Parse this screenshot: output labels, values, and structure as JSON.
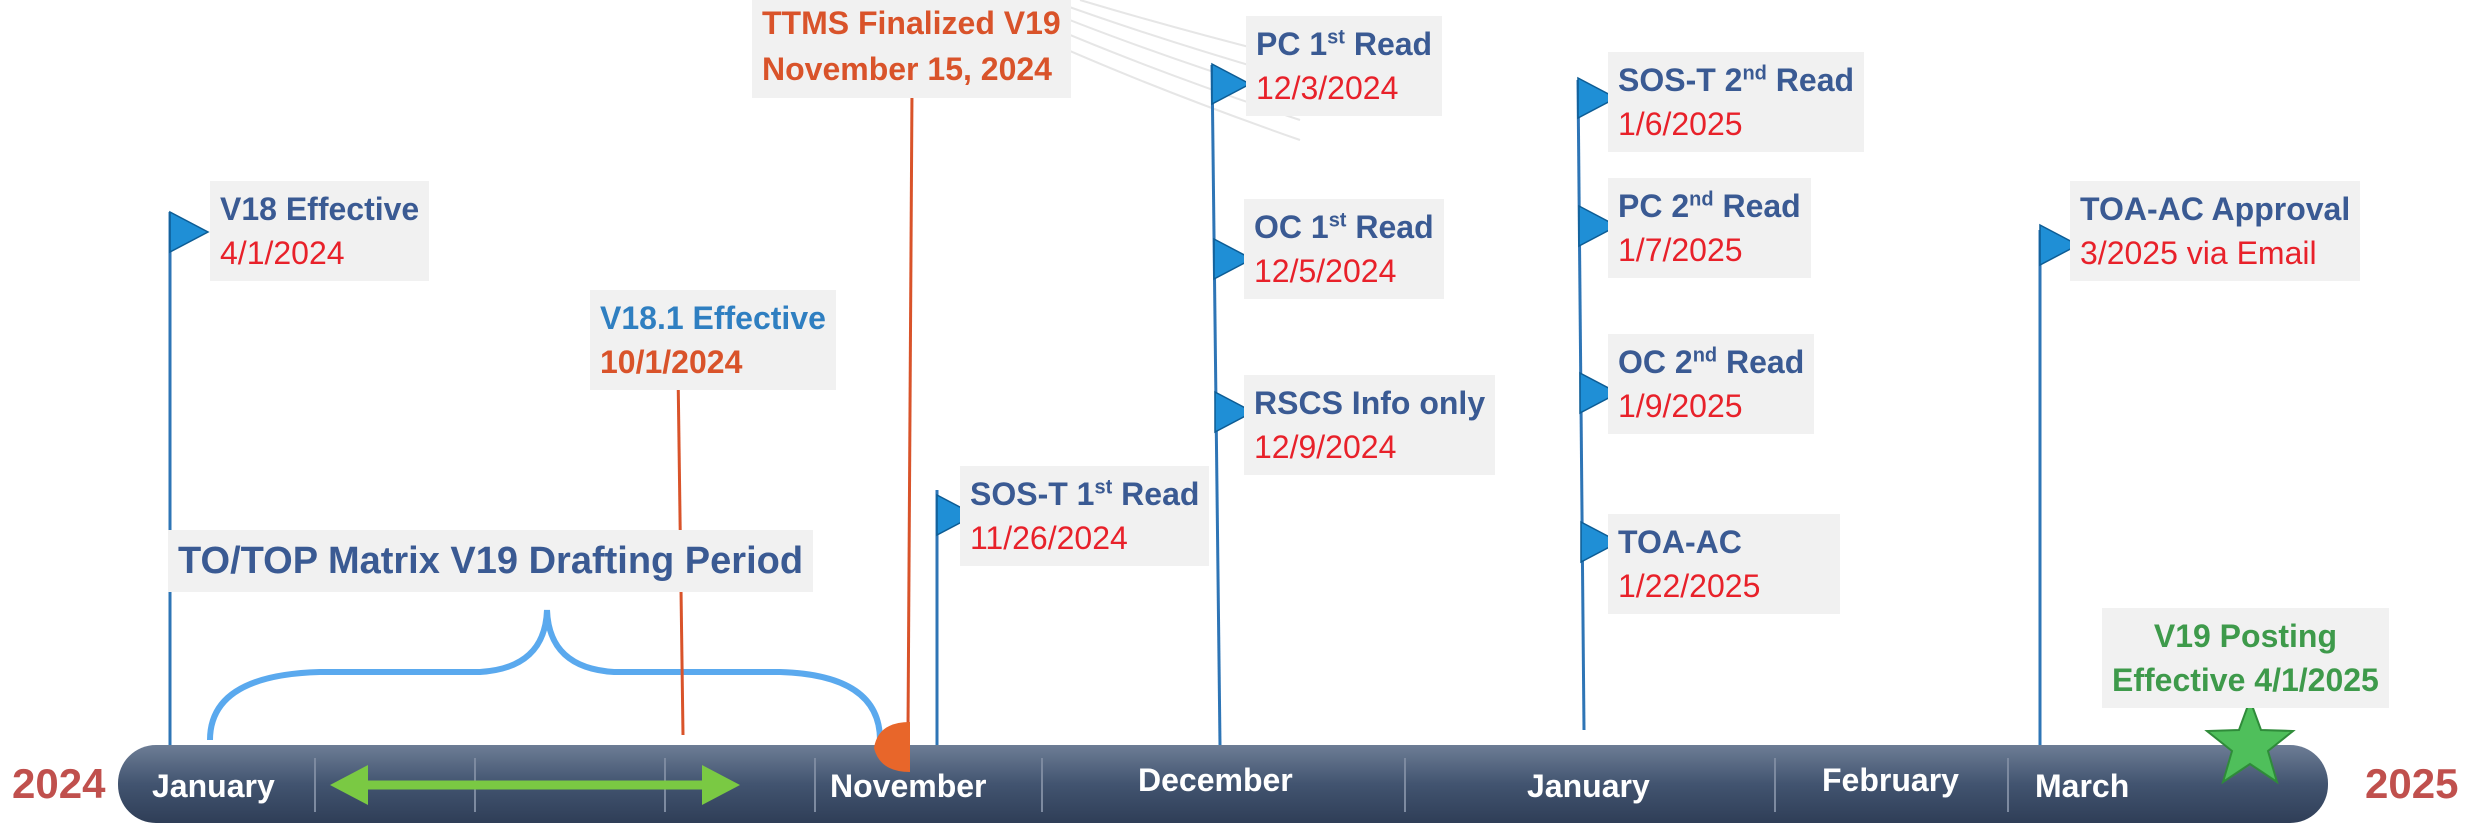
{
  "years": {
    "start": "2024",
    "end": "2025"
  },
  "timeline_months": [
    "January",
    "November",
    "December",
    "January",
    "February",
    "March"
  ],
  "drafting_period_label": "TO/TOP Matrix V19 Drafting Period",
  "milestones": [
    {
      "id": "v18",
      "title": "V18  Effective",
      "date": "4/1/2024"
    },
    {
      "id": "v181",
      "title": "V18.1 Effective",
      "date": "10/1/2024"
    },
    {
      "id": "ttms",
      "title": "TTMS Finalized V19",
      "date": "November 15, 2024"
    },
    {
      "id": "sost1",
      "title_main": "SOS-T 1",
      "title_sup": "st",
      "title_end": " Read",
      "date": "11/26/2024"
    },
    {
      "id": "pc1",
      "title_main": "PC 1",
      "title_sup": "st",
      "title_end": " Read",
      "date": "12/3/2024"
    },
    {
      "id": "oc1",
      "title_main": "OC 1",
      "title_sup": "st",
      "title_end": " Read",
      "date": "12/5/2024"
    },
    {
      "id": "rscs",
      "title": "RSCS Info only",
      "date": "12/9/2024"
    },
    {
      "id": "sost2",
      "title_main": "SOS-T 2",
      "title_sup": "nd",
      "title_end": " Read",
      "date": "1/6/2025"
    },
    {
      "id": "pc2",
      "title_main": "PC 2",
      "title_sup": "nd",
      "title_end": " Read",
      "date": "1/7/2025"
    },
    {
      "id": "oc2",
      "title_main": "OC 2",
      "title_sup": "nd",
      "title_end": " Read",
      "date": "1/9/2025"
    },
    {
      "id": "toaac",
      "title": "TOA-AC",
      "date": "1/22/2025"
    },
    {
      "id": "toaapproval",
      "title": "TOA-AC Approval",
      "date": "3/2025 via Email"
    }
  ],
  "v19_posting": {
    "line1": "V19 Posting",
    "line2": "Effective 4/1/2025"
  },
  "colors": {
    "bar": "#3f5270",
    "flag": "#1f8fd6",
    "pole": "#2e75b6",
    "bracket": "#5aa9ee",
    "arrow": "#7ac943",
    "title_blue": "#3a5a93",
    "date_red": "#e8212a",
    "orange": "#d9532a",
    "green": "#3e9a4b"
  }
}
